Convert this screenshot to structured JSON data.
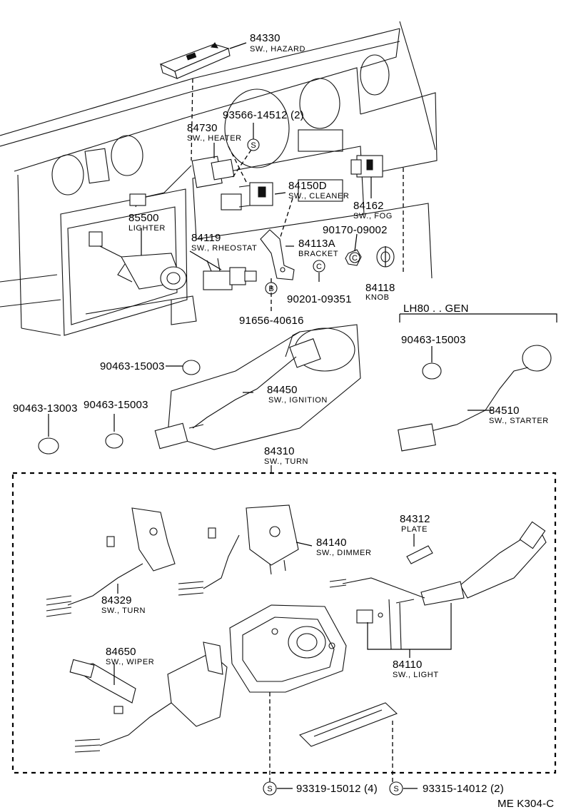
{
  "parts": {
    "hazard": {
      "no": "84330",
      "desc": "SW., HAZARD"
    },
    "heater": {
      "no": "84730",
      "desc": "SW., HEATER"
    },
    "screw_heater": {
      "no": "93566-14512 (2)"
    },
    "cleaner": {
      "no": "84150D",
      "desc": "SW., CLEANER"
    },
    "fog": {
      "no": "84162",
      "desc": "SW., FOG"
    },
    "lighter": {
      "no": "85500",
      "desc": "LIGHTER"
    },
    "rheostat": {
      "no": "84119",
      "desc": "SW., RHEOSTAT"
    },
    "bracket": {
      "no": "84113A",
      "desc": "BRACKET"
    },
    "nut": {
      "no": "90170-09002"
    },
    "knob": {
      "no": "84118",
      "desc": "KNOB"
    },
    "washer": {
      "no": "90201-09351"
    },
    "bolt": {
      "no": "91656-40616"
    },
    "clamp_a": {
      "no": "90463-15003"
    },
    "ignition": {
      "no": "84450",
      "desc": "SW., IGNITION"
    },
    "clamp_b": {
      "no": "90463-13003"
    },
    "clamp_c": {
      "no": "90463-15003"
    },
    "variant": {
      "label": "LH80 . . GEN"
    },
    "clamp_d": {
      "no": "90463-15003"
    },
    "starter": {
      "no": "84510",
      "desc": "SW., STARTER"
    },
    "turn_assy": {
      "no": "84310",
      "desc": "SW., TURN"
    },
    "plate": {
      "no": "84312",
      "desc": "PLATE"
    },
    "dimmer": {
      "no": "84140",
      "desc": "SW., DIMMER"
    },
    "turn": {
      "no": "84329",
      "desc": "SW., TURN"
    },
    "wiper": {
      "no": "84650",
      "desc": "SW., WIPER"
    },
    "light": {
      "no": "84110",
      "desc": "SW., LIGHT"
    },
    "screw_a": {
      "no": "93319-15012 (4)"
    },
    "screw_b": {
      "no": "93315-14012 (2)"
    }
  },
  "symbols": {
    "s": "S",
    "c": "C",
    "b": "B"
  },
  "footer": {
    "code": "ME  K304-C"
  }
}
